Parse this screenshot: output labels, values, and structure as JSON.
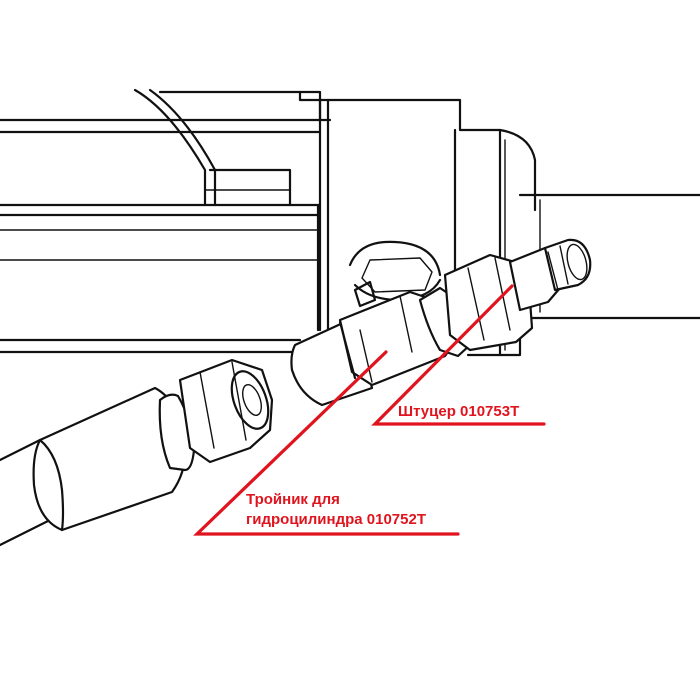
{
  "colors": {
    "line": "#111111",
    "callout": "#e0141e",
    "background": "#ffffff"
  },
  "callouts": {
    "fitting": {
      "label": "Штуцер 010753Т"
    },
    "tee": {
      "line1": "Тройник для",
      "line2": "гидроцилиндра 010752Т"
    }
  }
}
